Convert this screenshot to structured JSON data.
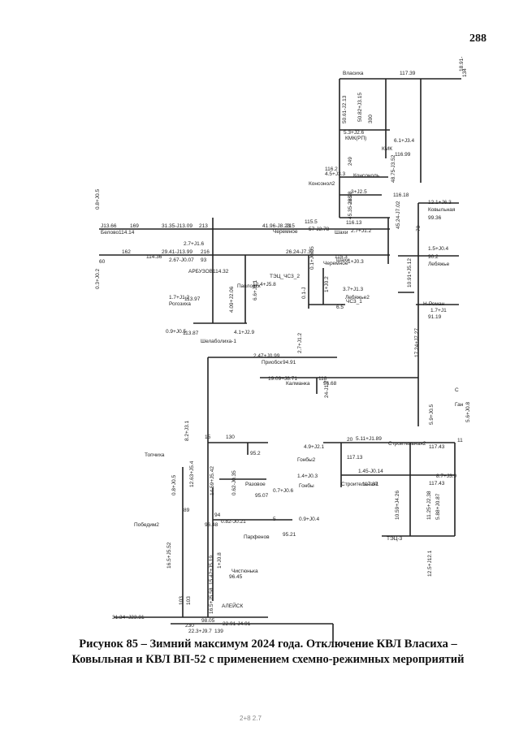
{
  "page": {
    "number": "288",
    "footer_mark": "2+8 2.7"
  },
  "caption": {
    "line1": "Рисунок 85 – Зимний максимум 2024 года. Отключение КВЛ Власиха –",
    "line2": "Ковыльная и КВЛ ВП-52 с применением схемно-режимных мероприятий"
  },
  "diagram": {
    "texts": [
      "Власиха",
      "117.39",
      "18.91-",
      "134",
      "50.61-J2.13",
      "50.82+J3.15",
      "300",
      "5.3+J2.6",
      "КМК(РП)",
      "6.1+J3.4",
      "КМК",
      "116.99",
      "116.2",
      "4.5+J3.3",
      "48.75-J3.52",
      "Консоноль",
      "Консонол2",
      "249",
      "3+J2.5",
      "116.18",
      "45.35-J6.28",
      "228",
      "45.24-J7.02",
      "12.1+J6.3",
      "Ковыльная",
      "99.36",
      "70",
      "J13.66",
      "169",
      "Белово",
      "114.14",
      "31.35-J13.09",
      "213",
      "41.96-J8.23",
      "115.5",
      "57-J2.78",
      "116.13",
      "Черемное",
      "215",
      "Шахи",
      "2.7+J1.2",
      "1.5+J0.4",
      "90.2",
      "Лебяжье",
      "0.8+J0.5",
      "2.7+J1.6",
      "60",
      "162",
      "114.36",
      "29.41-J13.99",
      "216",
      "2.67-J0.07",
      "93",
      "26.24-J7.32",
      "Черемное",
      "115.3",
      "Шахи",
      "1+J0.3",
      "0.3+J0.2",
      "АРБУЗОВ",
      "114.32",
      "ТЭЦ_ЧС3_2",
      "0.1+J0.05",
      "Павловск",
      "12.4+J5.8",
      "6.6+J3.1",
      "1+J0.2",
      "0.1-J",
      "6.5",
      "ЧС3_1",
      "3.7+J1.3",
      "Лебяжье2",
      "10.91+J5.12",
      "Н-Роман",
      "1.7+J1",
      "91.19",
      "1.7+J1.2",
      "Рогозиха",
      "113.97",
      "4.09+J2.06",
      "0.9+J0.5",
      "113.87",
      "4.1+J2.9",
      "Шелаболиха-1",
      "2.47+J0.99",
      "Приобск",
      "94.91",
      "2.7+J1.2",
      "19.09+J8.71",
      "Калманка",
      "96.68",
      "118",
      "24-J1.7",
      "17.24+J7.27",
      "8.2+J3.1",
      "15",
      "130",
      "Топчиха",
      "95.2",
      "4.9+J2.1",
      "20",
      "5.11+J1.89",
      "Строительная2",
      "117.13",
      "117.43",
      "5.9+J0.5",
      "5.6+J0.8",
      "Гонбы2",
      "14.59+J5.42",
      "1.4+J0.3",
      "Разовое",
      "1.45-J0.14",
      "8.7+J3.9",
      "Гонбы",
      "117.37",
      "Строительная1",
      "0.62-J0.35",
      "0.7+J0.6",
      "95.07",
      "117.43",
      "0.8+J0.5",
      "12.63+J5.4",
      "89",
      "94",
      "10.59+J4.26",
      "11.25+J2.38",
      "5.88+J0.87",
      "Победим2",
      "96.48",
      "0.82-J0.21",
      "5",
      "0.9+J0.4",
      "Парфенов",
      "95.21",
      "ТЭЦ-3",
      "16.5+J5.52",
      "15.42+J5.19",
      "1+J0.8",
      "Чистюнька",
      "96.45",
      "16.5+J5.58",
      "103",
      "103",
      "12.5+J12.1",
      "АЛЕЙСК",
      "98.05",
      "31.34+J23.81",
      "22.91-J4.91",
      "230",
      "22.3+J9.7",
      "139",
      "С",
      "Ган",
      "11"
    ]
  }
}
